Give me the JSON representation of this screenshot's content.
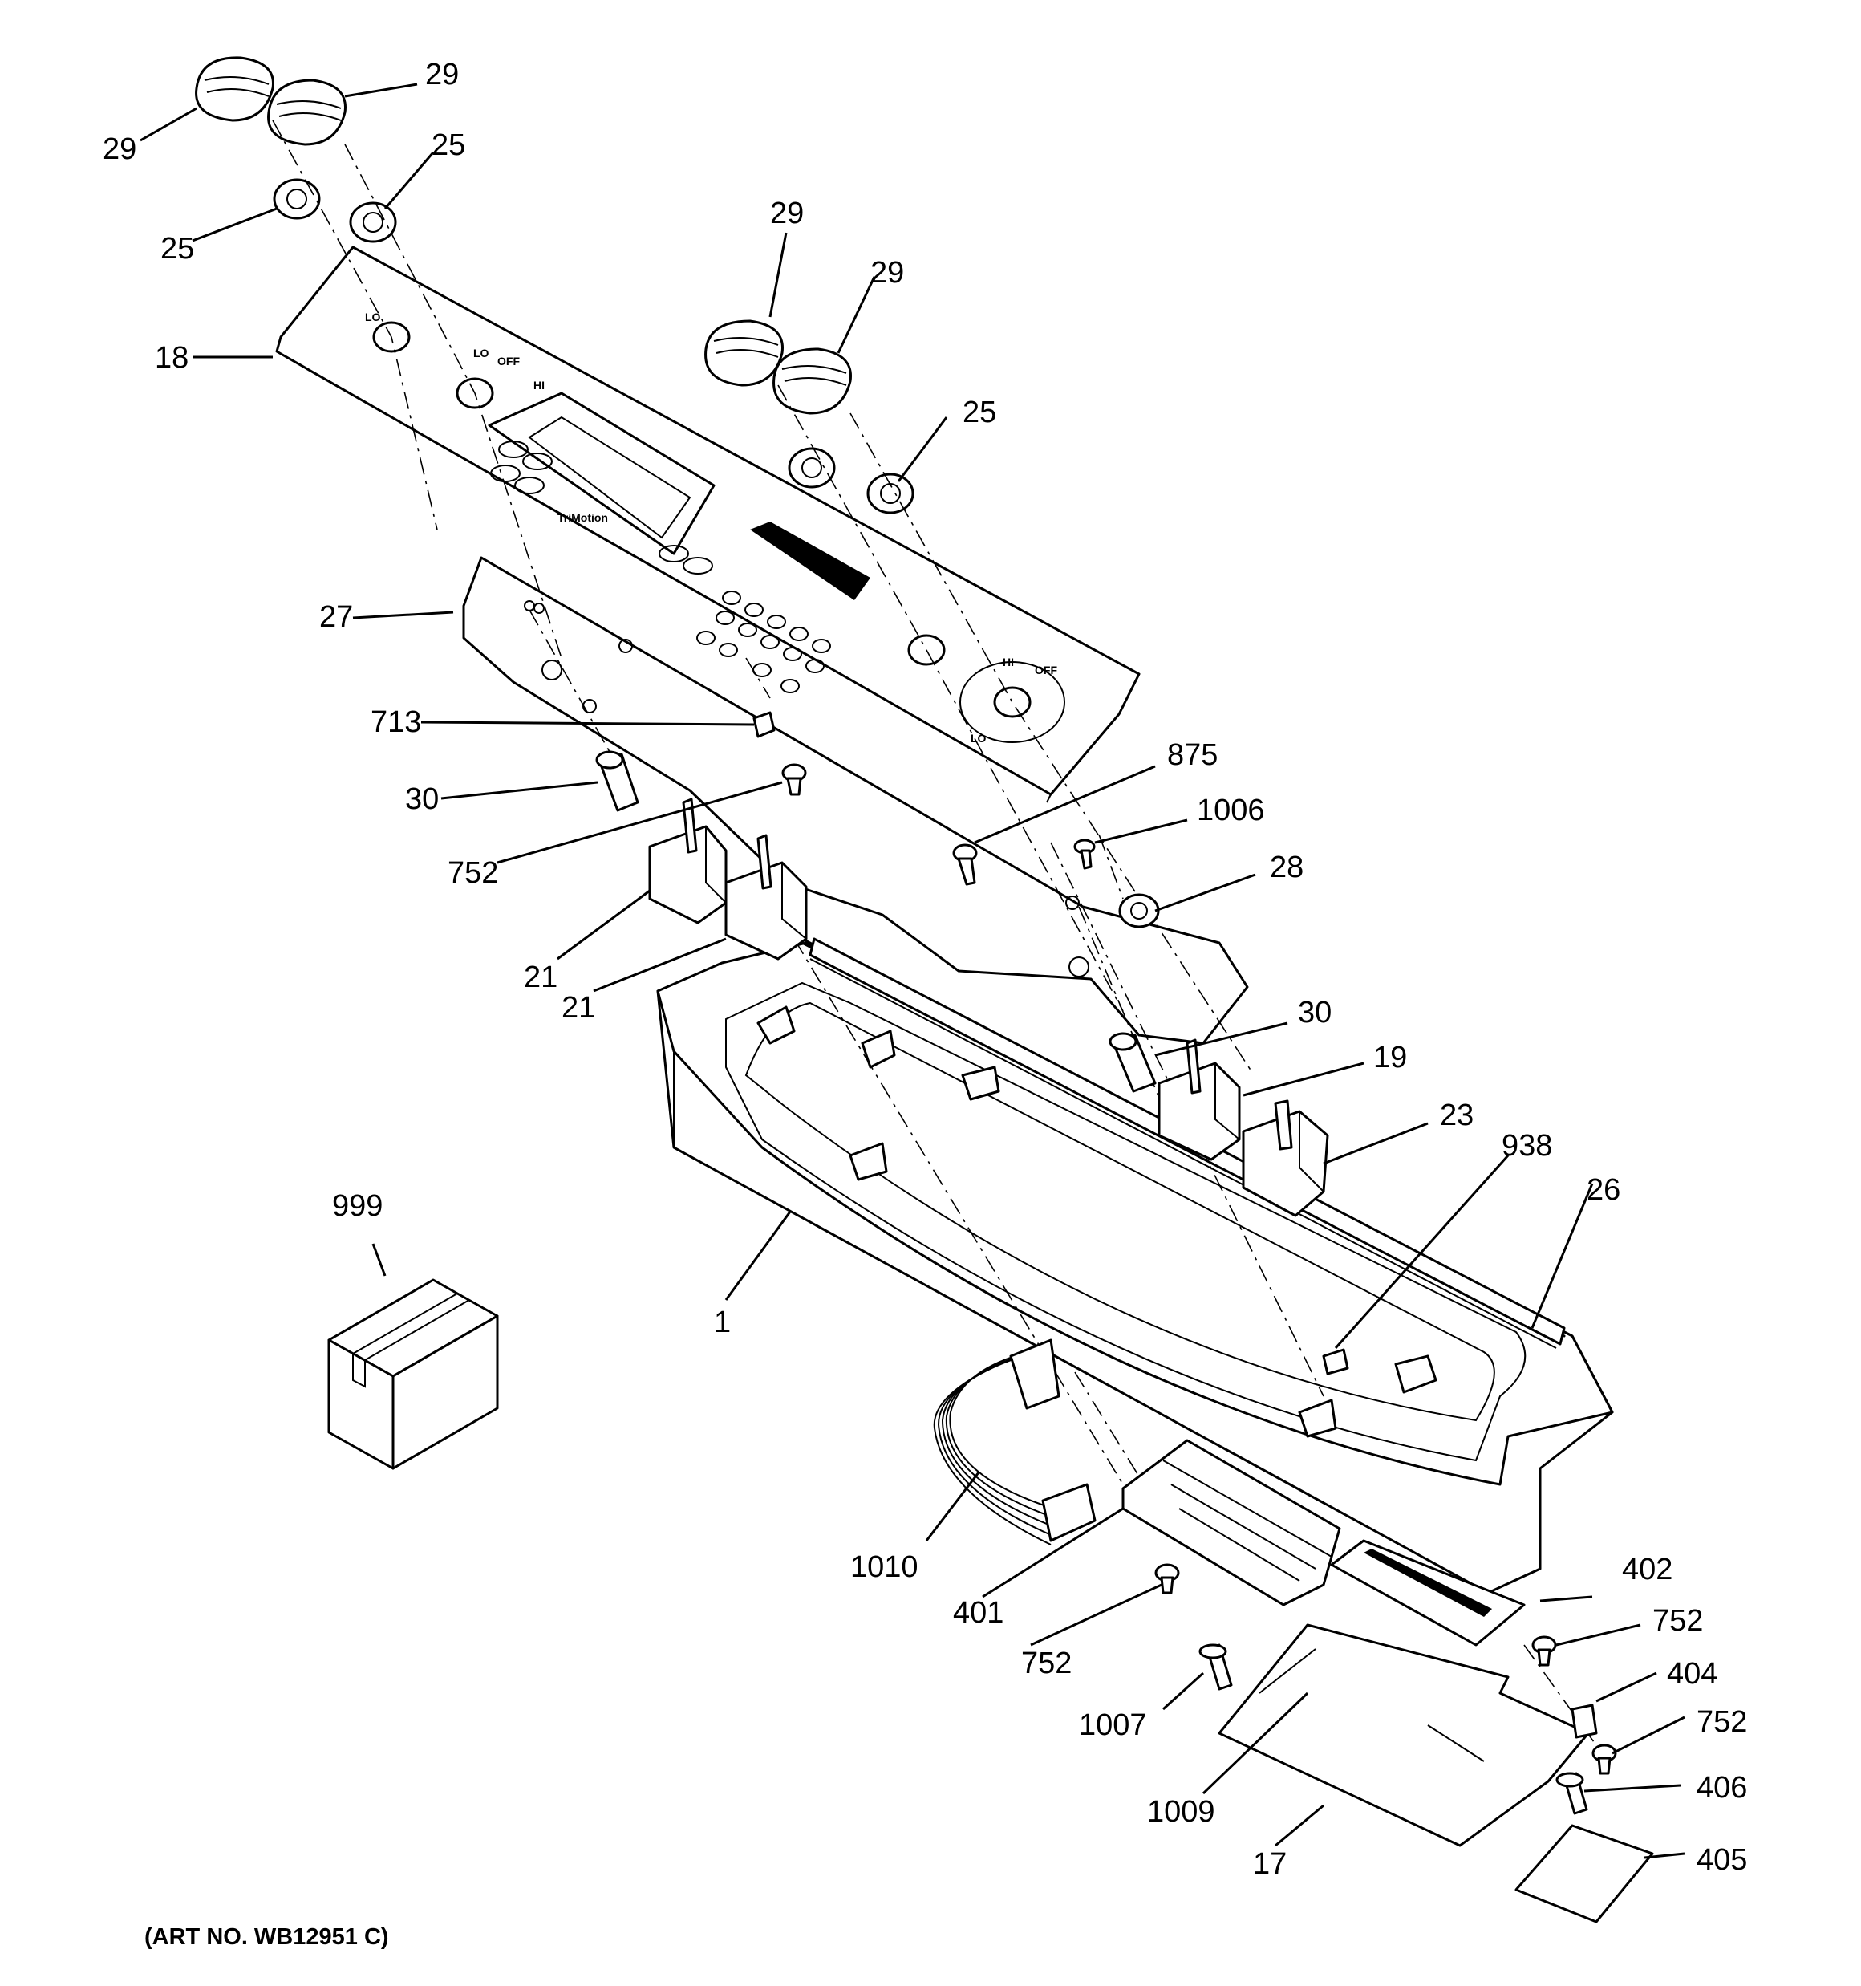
{
  "callouts": {
    "c29a": "29",
    "c29b": "29",
    "c25a": "25",
    "c25b": "25",
    "c18": "18",
    "c29c": "29",
    "c29d": "29",
    "c25c": "25",
    "c27": "27",
    "c713": "713",
    "c30a": "30",
    "c752a": "752",
    "c875": "875",
    "c1006": "1006",
    "c28": "28",
    "c21a": "21",
    "c21b": "21",
    "c30b": "30",
    "c19": "19",
    "c23": "23",
    "c938": "938",
    "c26": "26",
    "c999": "999",
    "c1": "1",
    "c1010": "1010",
    "c401": "401",
    "c402": "402",
    "c752b": "752",
    "c752c": "752",
    "c404": "404",
    "c752d": "752",
    "c1007": "1007",
    "c406": "406",
    "c1009": "1009",
    "c17": "17",
    "c405": "405"
  },
  "panel_labels": {
    "lo1": "LO",
    "off1": "OFF",
    "hi1": "HI",
    "lo2": "LO",
    "off2": "OFF",
    "hi2": "HI",
    "brand": "TriMotion"
  },
  "art_number": "(ART NO. WB12951 C)"
}
